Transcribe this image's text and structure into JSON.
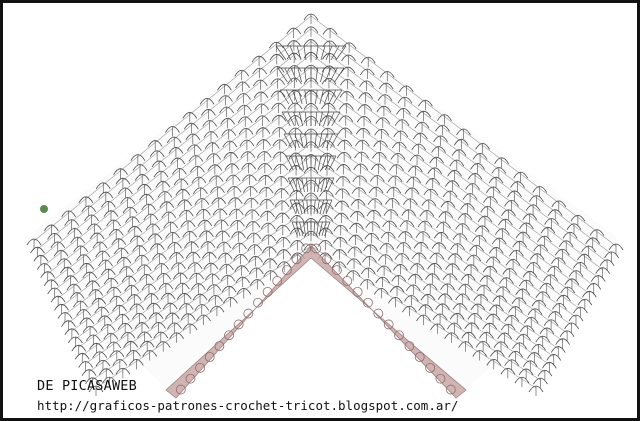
{
  "diagram": {
    "kind": "crochet-chart",
    "shape": "inverted-v corner shawl with shell-stitch rows and pink scalloped border",
    "colors": {
      "background": "#ffffff",
      "stitch_lines": "#4a4a4a",
      "border": "#c9a7a7",
      "border_edge": "#8f6c6c",
      "frame": "#111111",
      "accent_dot": "#5a8a50"
    }
  },
  "caption": {
    "source": "DE PICASAWEB",
    "url": "http://graficos-patrones-crochet-tricot.blogspot.com.ar/"
  }
}
